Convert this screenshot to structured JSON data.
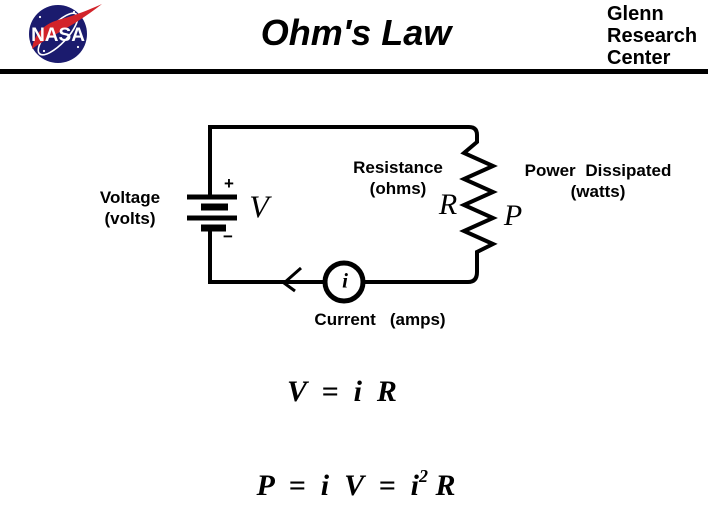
{
  "header": {
    "title": "Ohm's Law",
    "org_lines": [
      "Glenn",
      "Research",
      "Center"
    ],
    "logo_label": "NASA"
  },
  "colors": {
    "nasa_blue": "#1b1b6e",
    "nasa_red": "#d2232a",
    "ink": "#000000",
    "background": "#ffffff"
  },
  "diagram": {
    "voltage": {
      "name": "Voltage",
      "unit": "(volts)",
      "symbol": "V",
      "plus": "+",
      "minus": "−"
    },
    "resistance": {
      "name": "Resistance",
      "unit": "(ohms)",
      "symbol": "R"
    },
    "power": {
      "name": "Power Dissipated",
      "unit": "(watts)",
      "symbol": "P"
    },
    "current": {
      "name": "Current",
      "unit": "(amps)",
      "symbol": "i"
    }
  },
  "equations": {
    "ohms_law": "V  =  i  R",
    "power_pre": "P  =  i  V  =  i",
    "power_sup": "2",
    "power_post": " R"
  }
}
